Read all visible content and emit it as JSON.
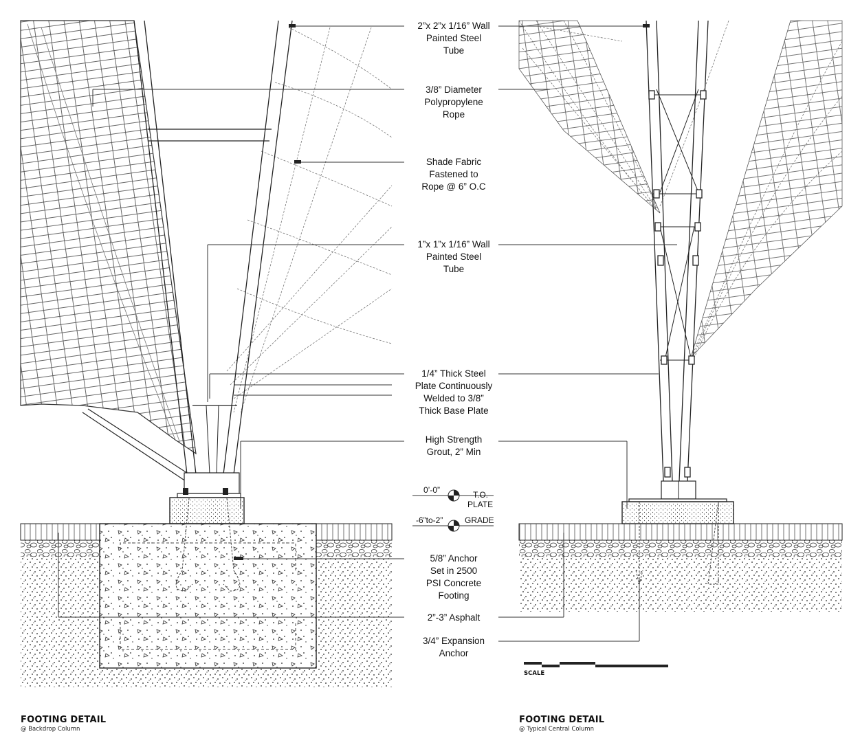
{
  "callouts": [
    {
      "id": "steel-tube-2in",
      "text": "2”x 2”x 1/16” Wall\nPainted Steel\nTube"
    },
    {
      "id": "rope",
      "text": "3/8” Diameter\nPolypropylene\nRope"
    },
    {
      "id": "shade-fabric",
      "text": "Shade Fabric\nFastened to\nRope @ 6” O.C"
    },
    {
      "id": "steel-tube-1in",
      "text": "1”x 1”x 1/16” Wall\nPainted Steel\nTube"
    },
    {
      "id": "steel-plate",
      "text": "1/4” Thick Steel\nPlate Continuously\nWelded to 3/8”\nThick Base Plate"
    },
    {
      "id": "grout",
      "text": "High Strength\nGrout, 2” Min"
    },
    {
      "id": "anchor",
      "text": "5/8” Anchor\nSet in 2500\nPSI Concrete\nFooting"
    },
    {
      "id": "asphalt",
      "text": "2”-3” Asphalt"
    },
    {
      "id": "expansion-anchor",
      "text": "3/4” Expansion\nAnchor"
    }
  ],
  "levels": {
    "top_of_plate": {
      "value": "0’-0”",
      "label_1": "T.O.",
      "label_2": "PLATE"
    },
    "grade": {
      "value": "-6”to-2”",
      "label": "GRADE"
    }
  },
  "details": [
    {
      "id": "backdrop",
      "title": "FOOTING DETAIL",
      "subtitle": "@ Backdrop Column"
    },
    {
      "id": "central",
      "title": "FOOTING DETAIL",
      "subtitle": "@ Typical Central Column"
    }
  ],
  "scale": {
    "label": "SCALE"
  }
}
